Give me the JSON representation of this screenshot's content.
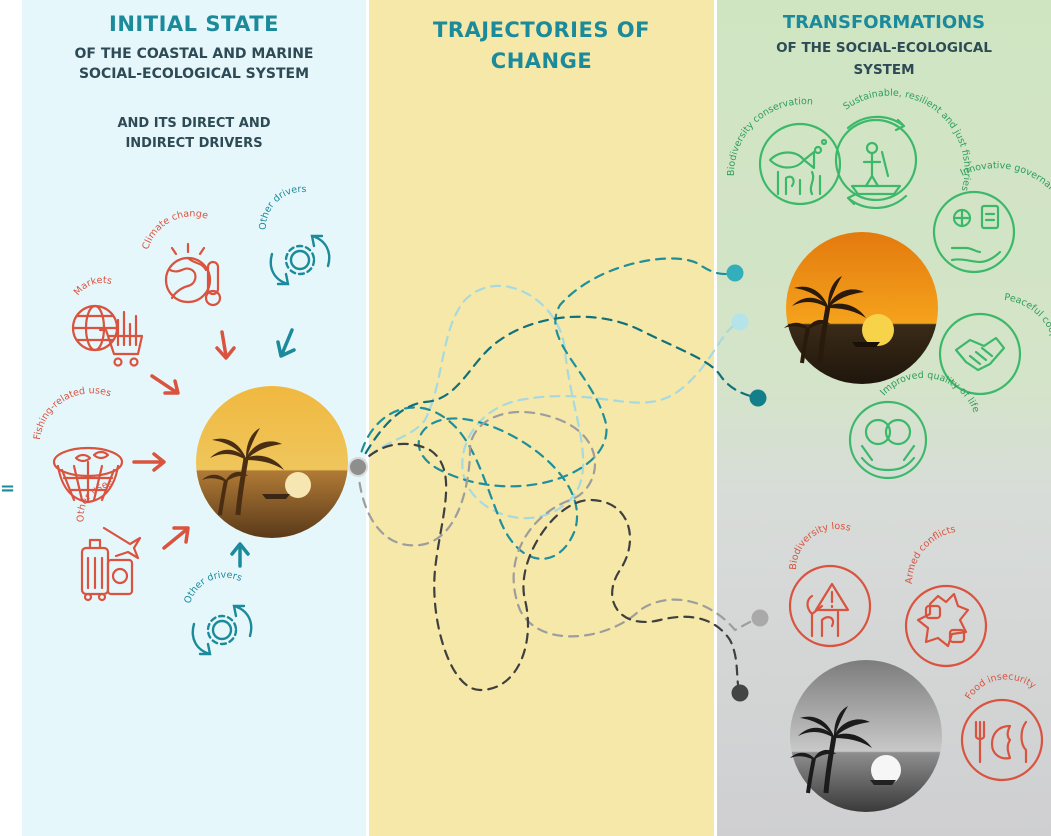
{
  "panels": {
    "initial": {
      "title": "INITIAL STATE",
      "subtitle_line1": "OF THE COASTAL AND MARINE",
      "subtitle_line2": "SOCIAL-ECOLOGICAL SYSTEM",
      "sub2_line1": "AND ITS DIRECT AND",
      "sub2_line2": "INDIRECT DRIVERS"
    },
    "trajectories": {
      "title_line1": "TRAJECTORIES OF",
      "title_line2": "CHANGE"
    },
    "transformations": {
      "title": "TRANSFORMATIONS",
      "subtitle_line1": "OF THE SOCIAL-ECOLOGICAL",
      "subtitle_line2": "SYSTEM"
    }
  },
  "drivers": {
    "climate": "Climate change",
    "other_top": "Other drivers",
    "markets": "Markets",
    "fishing": "Fishing-related uses",
    "other_uses": "Other uses",
    "other_bottom": "Other drivers"
  },
  "positive_outcomes": {
    "biodiversity": "Biodiversity conservation",
    "fisheries": "Sustainable, resilient and just fisheries",
    "governance": "Innovative governance frameworks",
    "peace": "Peaceful cooperation",
    "quality": "Improved quality of life"
  },
  "negative_outcomes": {
    "biodiv_loss": "Biodiversity loss",
    "conflicts": "Armed conflicts",
    "food": "Food insecurity"
  },
  "colors": {
    "driver_red": "#d9533f",
    "teal": "#1b8a9b",
    "green": "#3bb86a",
    "teal_dark": "#0f7d86",
    "teal_light": "#9fd6de",
    "grey_dark": "#4a4a4a",
    "grey_light": "#a8a8a8"
  },
  "side_mark": "="
}
